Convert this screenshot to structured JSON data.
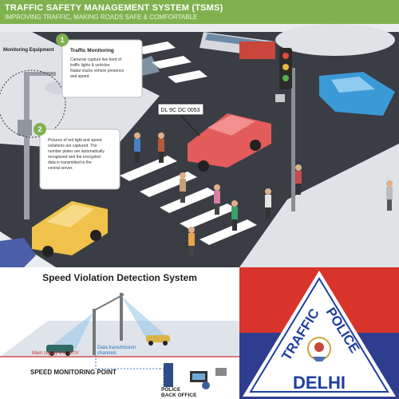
{
  "banner": {
    "title": "TRAFFIC SAFETY MANAGEMENT SYSTEM (TSMS)",
    "subtitle": "IMPROVING TRAFFIC, MAKING ROADS SAFE & COMFORTABLE"
  },
  "illustration": {
    "equipment_label": "Monitoring Equipment",
    "callout1_number": "1",
    "callout1_title": "Traffic Monitoring",
    "callout1_lines": [
      "Cameras capture live feed of",
      "traffic lights & vehicles.",
      "Radar tracks vehicle presence",
      "and speed."
    ],
    "callout2_number": "2",
    "callout2_lines": [
      "Pictures of red light and speed",
      "violations are captured. The",
      "number plates are automatically",
      "recognized and the encrypted",
      "data is transmitted to the",
      "central server."
    ],
    "plate": "DL 9C DC 0053"
  },
  "speed_panel": {
    "title": "Speed Violation Detection System",
    "main_supply": "Main supply line 220V",
    "data_channels_line1": "Data transmission",
    "data_channels_line2": "channels",
    "monitoring_point": "SPEED MONITORING POINT",
    "back_office_line1": "POLICE",
    "back_office_line2": "BACK OFFICE"
  },
  "police_logo": {
    "word_traffic": "TRAFFIC",
    "word_police": "POLICE",
    "word_delhi": "DELHI"
  },
  "colors": {
    "banner_green": "#7fb24f",
    "logo_red": "#d9342b",
    "logo_blue": "#2f3d8f",
    "logo_triangle_blue": "#1f3fa0"
  }
}
